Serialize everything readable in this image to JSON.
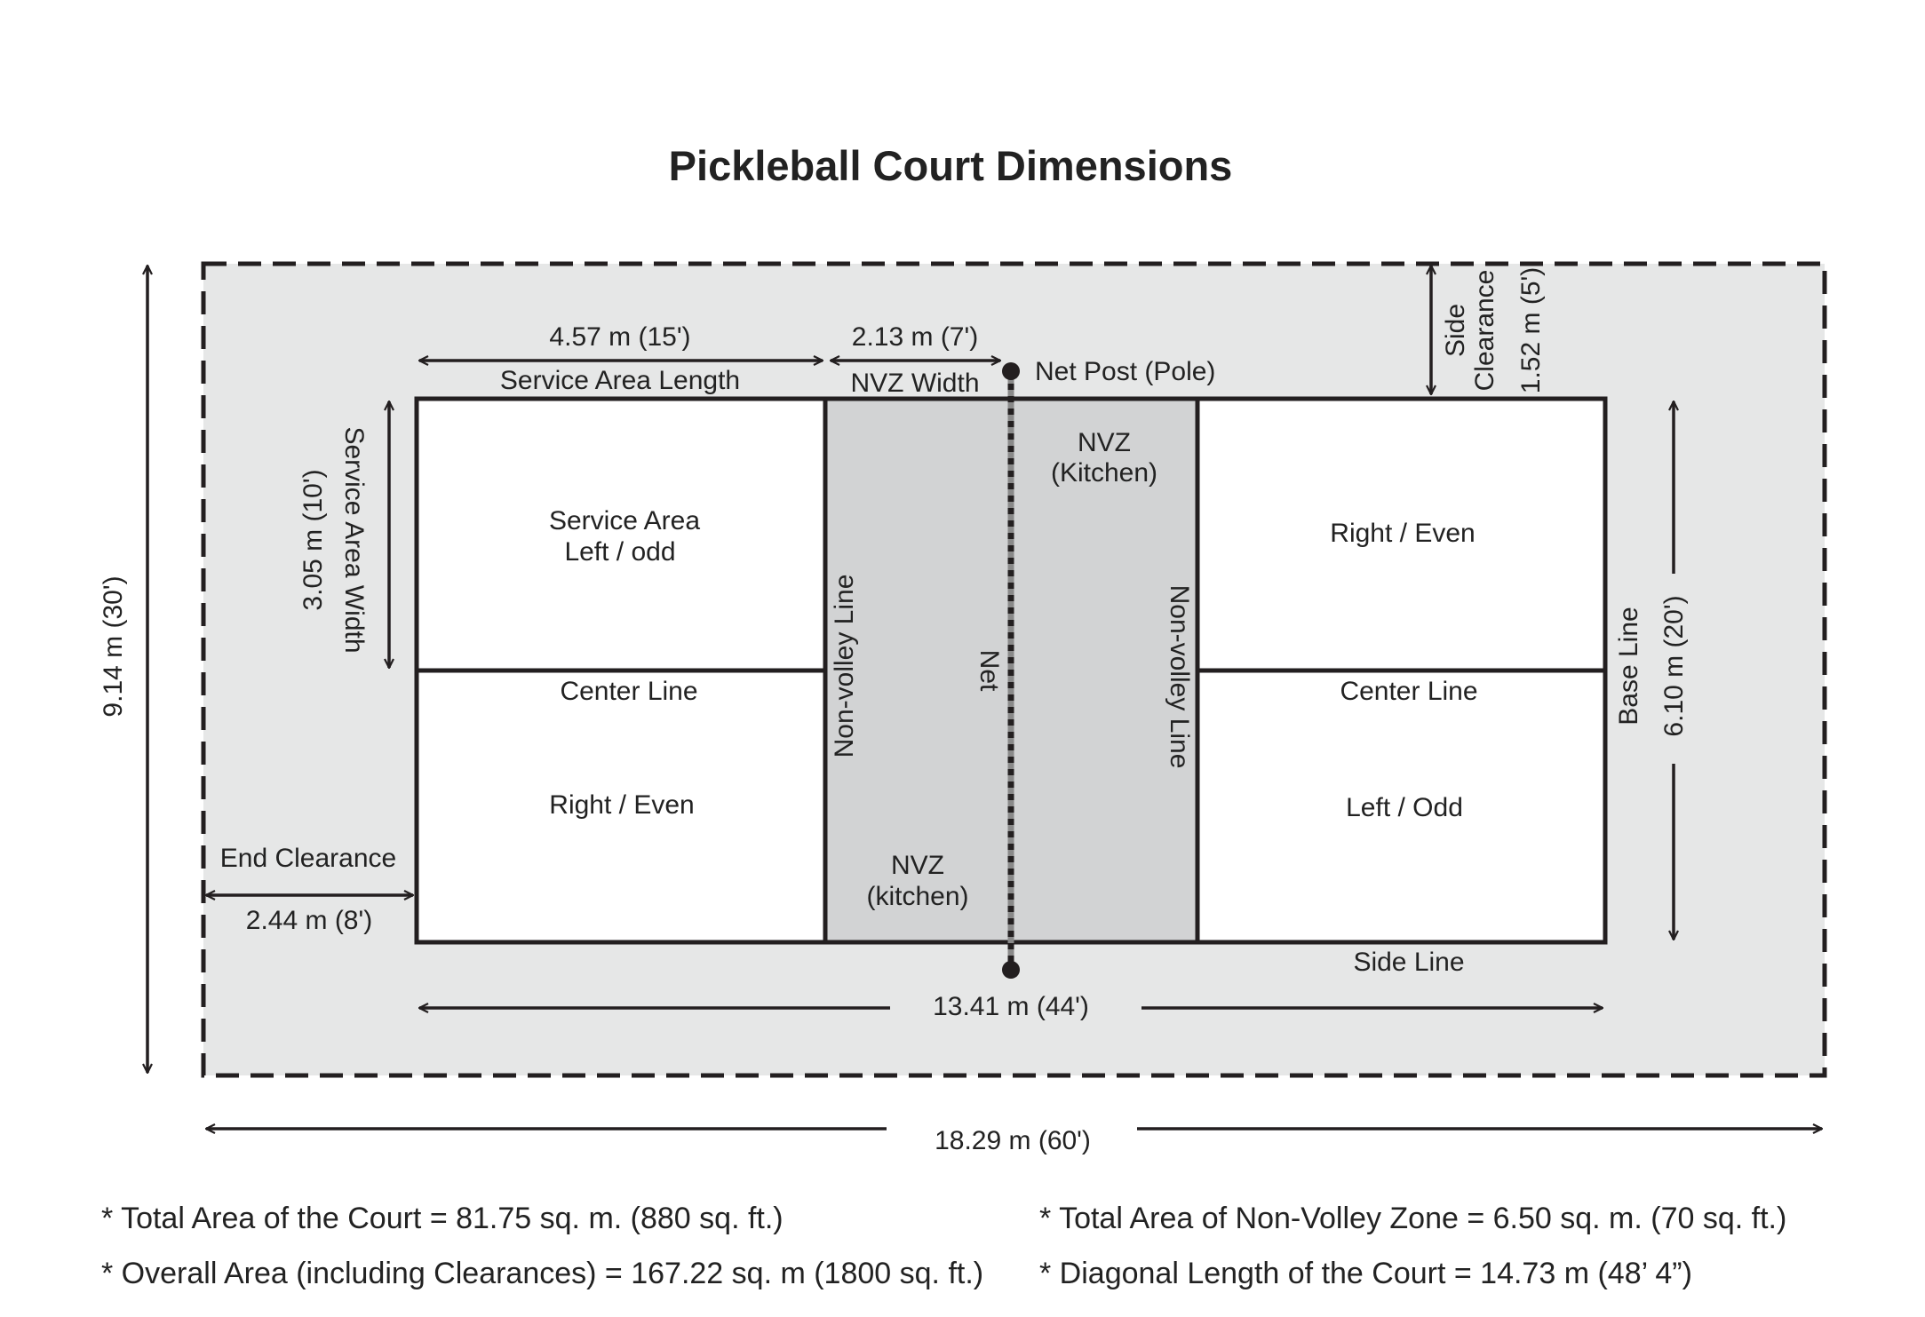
{
  "title": "Pickleball Court Dimensions",
  "labels": {
    "service_length_value": "4.57 m (15')",
    "service_length_name": "Service Area Length",
    "nvz_width_value": "2.13 m (7')",
    "nvz_width_name": "NVZ Width",
    "net_post": "Net Post (Pole)",
    "side_clearance_1": "Side",
    "side_clearance_2": "Clearance",
    "side_clearance_value": "1.52 m (5')",
    "service_width_value": "3.05 m (10')",
    "service_width_name": "Service Area Width",
    "total_width_value": "9.14 m (30')",
    "service_area_1": "Service Area",
    "service_area_2": "Left / odd",
    "nvz_top_1": "NVZ",
    "nvz_top_2": "(Kitchen)",
    "right_even_top": "Right / Even",
    "center_line_left": "Center Line",
    "center_line_right": "Center Line",
    "non_volley_line_left": "Non-volley Line",
    "net": "Net",
    "non_volley_line_right": "Non-volley Line",
    "base_line": "Base Line",
    "court_width_value": "6.10 m (20')",
    "right_even_bottom": "Right / Even",
    "left_odd_bottom": "Left / Odd",
    "end_clearance": "End Clearance",
    "end_clearance_value": "2.44 m (8')",
    "nvz_bottom_1": "NVZ",
    "nvz_bottom_2": "(kitchen)",
    "side_line": "Side Line",
    "court_length_value": "13.41 m (44')",
    "overall_length_value": "18.29 m (60')"
  },
  "notes": {
    "total_area": "* Total Area of the Court =  81.75 sq. m. (880 sq. ft.)",
    "nvz_area": "* Total Area of Non-Volley Zone = 6.50 sq. m. (70 sq. ft.)",
    "overall_area": "* Overall Area (including Clearances) = 167.22 sq. m (1800 sq. ft.)",
    "diagonal": "* Diagonal Length of the Court = 14.73 m (48’ 4”)"
  },
  "colors": {
    "clearance_fill": "#e6e7e7",
    "kitchen_fill": "#d2d3d4",
    "court_fill": "#ffffff",
    "line": "#231f20"
  }
}
